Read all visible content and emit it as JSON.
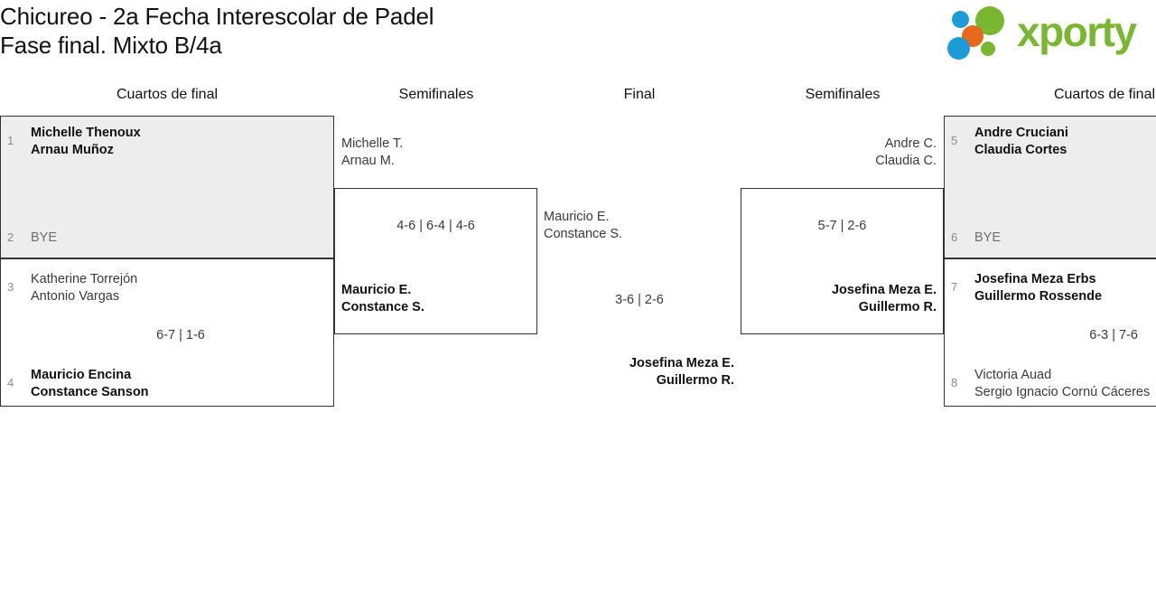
{
  "header": {
    "title_line1": "Chicureo - 2a Fecha Interescolar de Padel",
    "title_line2": "Fase final. Mixto B/4a",
    "logo_word": "xporty",
    "logo_colors": {
      "green": "#7ab730",
      "blue": "#1e9cd7",
      "orange": "#e8691c"
    }
  },
  "rounds": [
    {
      "id": "left-qf",
      "label": "Cuartos de final"
    },
    {
      "id": "left-sf",
      "label": "Semifinales"
    },
    {
      "id": "final",
      "label": "Final"
    },
    {
      "id": "right-sf",
      "label": "Semifinales"
    },
    {
      "id": "right-qf",
      "label": "Cuartos de final"
    }
  ],
  "matches": {
    "left_qf_1": {
      "bye": true,
      "top": {
        "seed": "1",
        "line1": "Michelle Thenoux",
        "line2": "Arnau Muñoz",
        "state": "winner"
      },
      "bottom": {
        "seed": "2",
        "line1": "BYE",
        "line2": "",
        "state": "faded"
      },
      "score": ""
    },
    "left_qf_2": {
      "bye": false,
      "top": {
        "seed": "3",
        "line1": "Katherine Torrejón",
        "line2": "Antonio Vargas",
        "state": "loser"
      },
      "bottom": {
        "seed": "4",
        "line1": "Mauricio Encina",
        "line2": "Constance Sanson",
        "state": "winner"
      },
      "score": "6-7 | 1-6"
    },
    "left_sf": {
      "top": {
        "line1": "Michelle T.",
        "line2": "Arnau M.",
        "state": "loser"
      },
      "bottom": {
        "line1": "Mauricio E.",
        "line2": "Constance S.",
        "state": "winner"
      },
      "score": "4-6 | 6-4 | 4-6"
    },
    "final": {
      "top": {
        "line1": "Mauricio E.",
        "line2": "Constance S.",
        "state": "loser"
      },
      "bottom": {
        "line1": "Josefina Meza E.",
        "line2": "Guillermo R.",
        "state": "winner"
      },
      "score": "3-6 | 2-6"
    },
    "right_sf": {
      "top": {
        "line1": "Andre C.",
        "line2": "Claudia C.",
        "state": "loser"
      },
      "bottom": {
        "line1": "Josefina Meza E.",
        "line2": "Guillermo R.",
        "state": "winner"
      },
      "score": "5-7 | 2-6"
    },
    "right_qf_1": {
      "bye": true,
      "top": {
        "seed": "5",
        "line1": "Andre Cruciani",
        "line2": "Claudia Cortes",
        "state": "winner"
      },
      "bottom": {
        "seed": "6",
        "line1": "BYE",
        "line2": "",
        "state": "faded"
      },
      "score": ""
    },
    "right_qf_2": {
      "bye": false,
      "top": {
        "seed": "7",
        "line1": "Josefina Meza Erbs",
        "line2": "Guillermo Rossende",
        "state": "winner"
      },
      "bottom": {
        "seed": "8",
        "line1": "Victoria Auad",
        "line2": "Sergio Ignacio Cornú Cáceres",
        "state": "loser"
      },
      "score": "6-3 | 7-6"
    }
  }
}
